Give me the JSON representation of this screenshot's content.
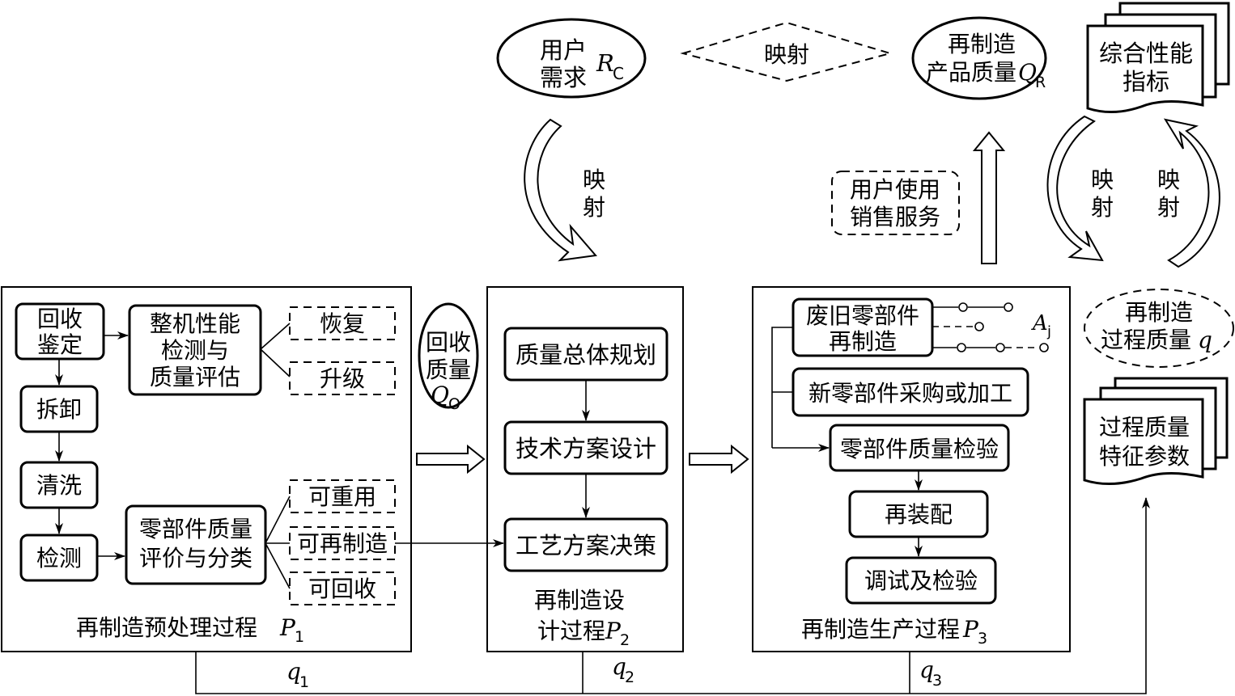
{
  "top": {
    "user_need": [
      "用户",
      "需求"
    ],
    "user_need_sym": "R",
    "user_need_sub": "C",
    "mapping_top": "映射",
    "product_quality": [
      "再制造",
      "产品质量"
    ],
    "product_quality_sym": "Q",
    "product_quality_sub": "R",
    "indicators": [
      "综合性能",
      "指标"
    ],
    "mapping_left": [
      "映",
      "射"
    ],
    "mapping_right1": [
      "映",
      "射"
    ],
    "mapping_right2": [
      "映",
      "射"
    ],
    "user_service": [
      "用户使用",
      "销售服务"
    ]
  },
  "p1": {
    "recover_identify": [
      "回收",
      "鉴定"
    ],
    "disassemble": "拆卸",
    "clean": "清洗",
    "inspect": "检测",
    "machine_test": [
      "整机性能",
      "检测与",
      "质量评估"
    ],
    "restore": "恢复",
    "upgrade": "升级",
    "parts_eval": [
      "零部件质量",
      "评价与分类"
    ],
    "reusable": "可重用",
    "remanufacturable": "可再制造",
    "recyclable": "可回收",
    "caption": "再制造预处理过程",
    "caption_sym": "P",
    "caption_sub": "1"
  },
  "recovered_quality": [
    "回收",
    "质量"
  ],
  "recovered_quality_sym": "Q",
  "recovered_quality_sub": "O",
  "p2": {
    "planning": "质量总体规划",
    "tech_design": "技术方案设计",
    "process_decision": "工艺方案决策",
    "caption": [
      "再制造设",
      "计过程"
    ],
    "caption_sym": "P",
    "caption_sub": "2"
  },
  "p3": {
    "old_parts": [
      "废旧零部件",
      "再制造"
    ],
    "alt_sym": "A",
    "alt_sub": "j",
    "new_parts": "新零部件采购或加工",
    "parts_inspection": "零部件质量检验",
    "reassembly": "再装配",
    "debug_inspect": "调试及检验",
    "caption": "再制造生产过程",
    "caption_sym": "P",
    "caption_sub": "3"
  },
  "right": {
    "process_quality": [
      "再制造",
      "过程质量"
    ],
    "process_quality_sym": "q",
    "feature_params": [
      "过程质量",
      "特征参数"
    ]
  },
  "bottom": {
    "q_sym": "q",
    "q1_sub": "1",
    "q2_sub": "2",
    "q3_sub": "3"
  }
}
